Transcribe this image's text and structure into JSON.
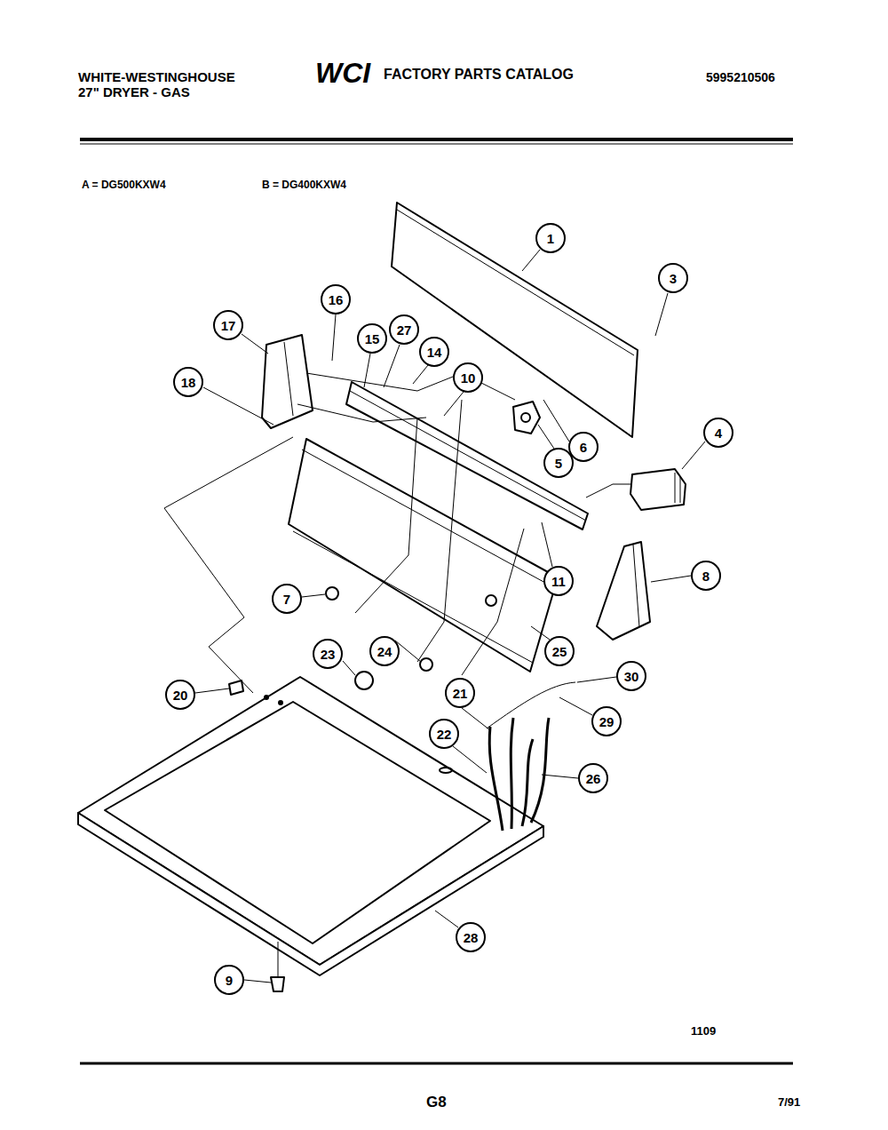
{
  "diagram": {
    "nodes": [
      {
        "text": [
          "1"
        ]
      },
      {
        "text": [
          "3"
        ]
      },
      {
        "text": [
          "16"
        ]
      },
      {
        "text": [
          "17"
        ]
      },
      {
        "text": [
          "27"
        ]
      },
      {
        "text": [
          "15"
        ]
      },
      {
        "text": [
          "14"
        ]
      },
      {
        "text": [
          "10"
        ]
      },
      {
        "text": [
          "18"
        ]
      },
      {
        "text": [
          "4"
        ]
      },
      {
        "text": [
          "6"
        ]
      },
      {
        "text": [
          "5"
        ]
      },
      {
        "text": [
          "8"
        ]
      },
      {
        "text": [
          "11"
        ]
      },
      {
        "text": [
          "7"
        ]
      },
      {
        "text": [
          "24"
        ]
      },
      {
        "text": [
          "25"
        ]
      },
      {
        "text": [
          "23"
        ]
      },
      {
        "text": [
          "30"
        ]
      },
      {
        "text": [
          "21"
        ]
      },
      {
        "text": [
          "20"
        ]
      },
      {
        "text": [
          "29"
        ]
      },
      {
        "text": [
          "22"
        ]
      },
      {
        "text": [
          "26"
        ]
      },
      {
        "text": [
          "28"
        ]
      },
      {
        "text": [
          "9"
        ]
      }
    ],
    "labels": [
      "WHITE-WESTINGHOUSE",
      "27\" DRYER - GAS",
      "WCI",
      "FACTORY PARTS CATALOG",
      "5995210506",
      "A = DG500KXW4",
      "B = DG400KXW4",
      "1109",
      "G8",
      "7/91"
    ]
  }
}
